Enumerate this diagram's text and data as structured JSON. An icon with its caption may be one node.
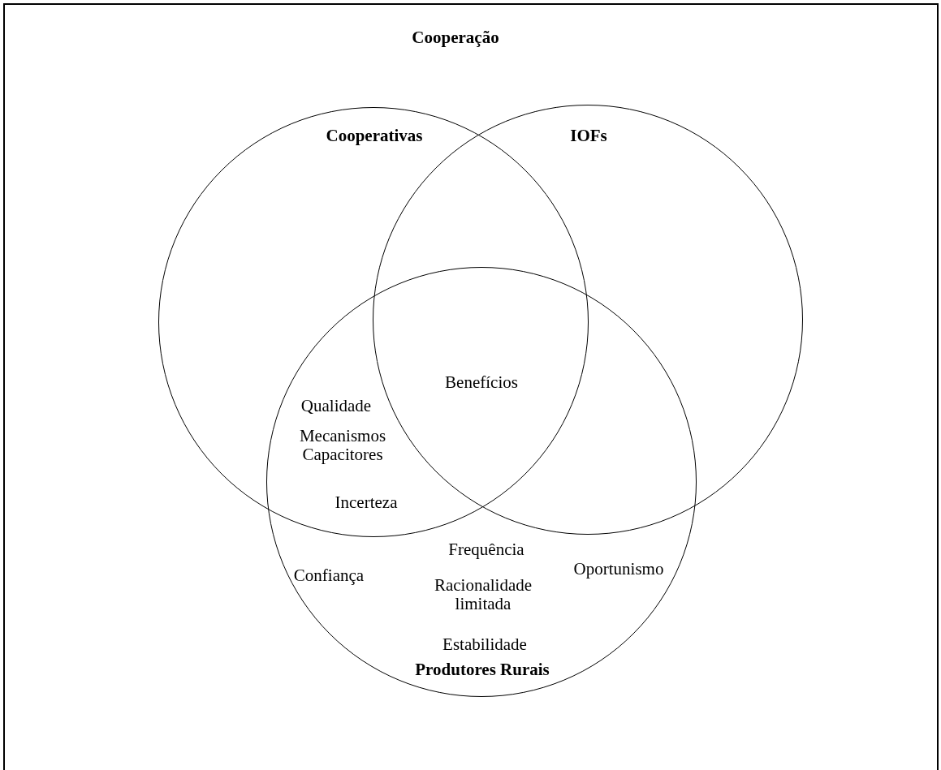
{
  "diagram": {
    "nodes": [
      {
        "text": [
          "Cooperação"
        ]
      },
      {
        "text": [
          "Cooperativas"
        ],
        "in": 0
      },
      {
        "text": [
          "IOFs"
        ],
        "in": 0
      },
      {
        "text": [
          "Produtores Rurais"
        ],
        "in": 0
      }
    ],
    "labels": [
      "Benefícios",
      "Qualidade",
      "Mecanismos Capacitores",
      "Incerteza",
      "Frequência",
      "Confiança",
      "Racionalidade limitada",
      "Oportunismo",
      "Estabilidade"
    ]
  }
}
